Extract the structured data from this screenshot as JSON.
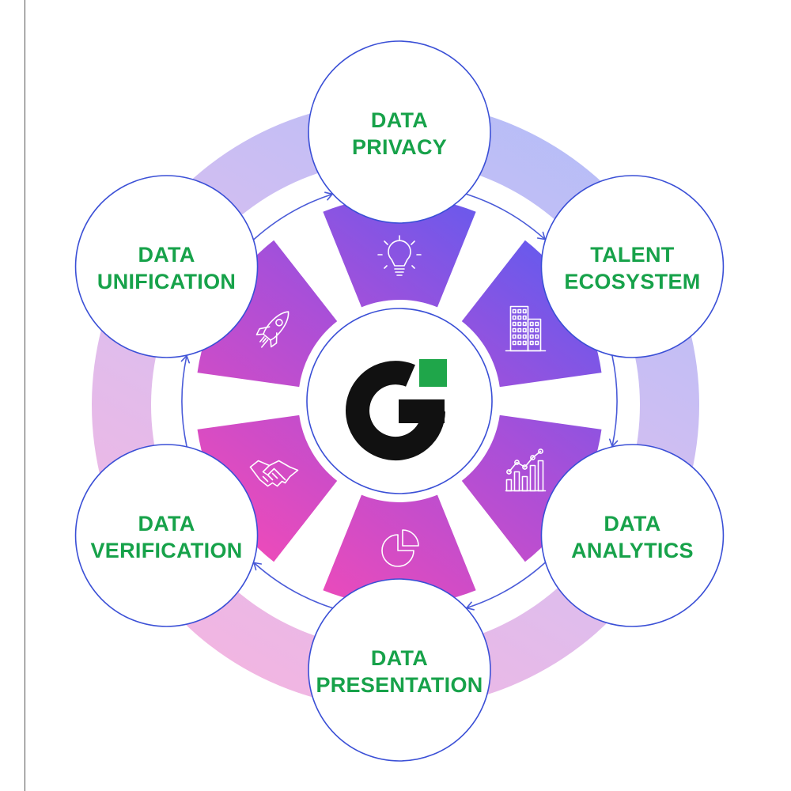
{
  "hub": {
    "logo_letter": "G",
    "logo_colors": {
      "letter": "#111111",
      "square": "#1fa64a"
    }
  },
  "nodes": [
    {
      "id": "data-privacy",
      "lines": [
        "DATA",
        "PRIVACY"
      ],
      "icon": "lightbulb-icon"
    },
    {
      "id": "talent-ecosystem",
      "lines": [
        "TALENT",
        "ECOSYSTEM"
      ],
      "icon": "building-icon"
    },
    {
      "id": "data-analytics",
      "lines": [
        "DATA",
        "ANALYTICS"
      ],
      "icon": "bar-chart-icon"
    },
    {
      "id": "data-presentation",
      "lines": [
        "DATA",
        "PRESENTATION"
      ],
      "icon": "pie-chart-icon"
    },
    {
      "id": "data-verification",
      "lines": [
        "DATA",
        "VERIFICATION"
      ],
      "icon": "handshake-icon"
    },
    {
      "id": "data-unification",
      "lines": [
        "DATA",
        "UNIFICATION"
      ],
      "icon": "rocket-icon"
    }
  ],
  "colors": {
    "label_green": "#17a24a",
    "circle_stroke": "#3a4fd6",
    "arrow": "#4a5bd8",
    "ring_top": "#b7bcf7",
    "ring_bottom": "#f3b3e3",
    "segment_top": "#5b5cf0",
    "segment_bottom": "#f049b8"
  }
}
